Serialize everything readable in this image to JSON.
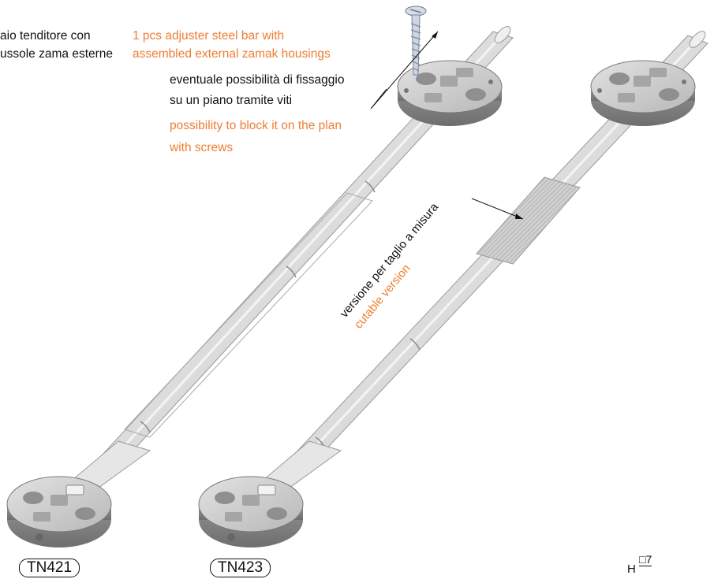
{
  "header": {
    "it_line1": "aio tenditore con",
    "it_line2": "ussole zama esterne",
    "en_line1": "1 pcs adjuster steel bar with",
    "en_line2": "assembled external zamak housings"
  },
  "screw_note": {
    "it_line1": "eventuale possibilità di fissaggio",
    "it_line2": "su un piano tramite viti",
    "en_line1": "possibility to block it on the plan",
    "en_line2": "with screws"
  },
  "cut_note": {
    "it": "versione per taglio a misura",
    "en": "cutable version"
  },
  "products": [
    {
      "code": "TN421"
    },
    {
      "code": "TN423"
    }
  ],
  "mark": {
    "symbol": "H",
    "label": "□7"
  },
  "colors": {
    "english_text": "#ee7d33",
    "italian_text": "#111111"
  }
}
